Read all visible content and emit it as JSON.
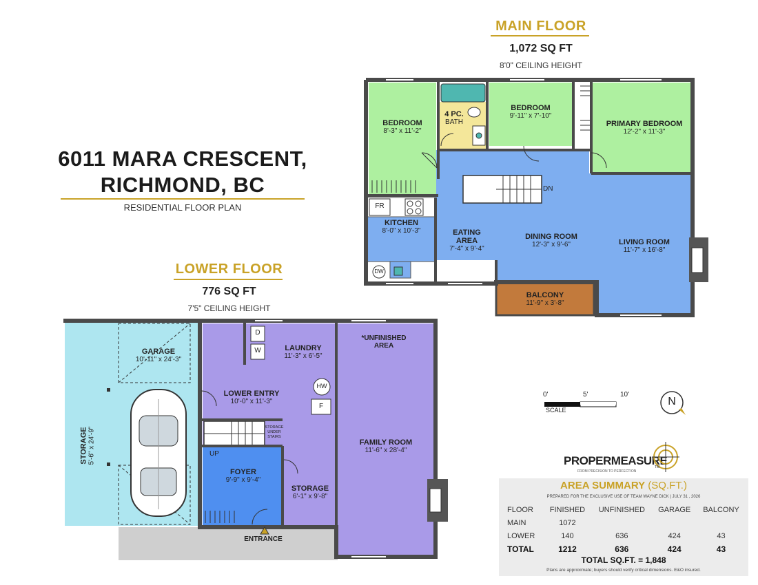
{
  "main_floor": {
    "title": "MAIN FLOOR",
    "area": "1,072 SQ FT",
    "ceiling": "8'0\" CEILING HEIGHT",
    "rooms": {
      "bedroom1_name": "BEDROOM",
      "bedroom1_dim": "8'-3\" x 11'-2\"",
      "bath_name": "4 PC.",
      "bath_sub": "BATH",
      "bedroom2_name": "BEDROOM",
      "bedroom2_dim": "9'-11\" x 7'-10\"",
      "primary_name": "PRIMARY BEDROOM",
      "primary_dim": "12'-2\" x 11'-3\"",
      "fr": "FR",
      "dn": "DN",
      "kitchen_name": "KITCHEN",
      "kitchen_dim": "8'-0\" x 10'-3\"",
      "eating_name1": "EATING",
      "eating_name2": "AREA",
      "eating_dim": "7'-4\" x 9'-4\"",
      "dining_name": "DINING ROOM",
      "dining_dim": "12'-3\" x 9'-6\"",
      "living_name": "LIVING ROOM",
      "living_dim": "11'-7\" x 16'-8\"",
      "dw": "DW",
      "balcony_name": "BALCONY",
      "balcony_dim": "11'-9\" x 3'-8\""
    },
    "colors": {
      "bedroom": "#aef0a0",
      "living": "#7eaef0",
      "bath": "#f4e79a",
      "balcony": "#c27a3c",
      "wall": "#4a4a4a"
    }
  },
  "address": {
    "line1": "6011 MARA CRESCENT,",
    "line2": "RICHMOND, BC",
    "plan_type": "RESIDENTIAL FLOOR PLAN"
  },
  "lower_floor": {
    "title": "LOWER FLOOR",
    "area": "776 SQ FT",
    "ceiling": "7'5\" CEILING HEIGHT",
    "rooms": {
      "garage_name": "GARAGE",
      "garage_dim": "10'-11\" x 24'-3\"",
      "storage_name": "STORAGE",
      "storage_dim": "5'-6\" x 24'-9\"",
      "dryer": "D",
      "washer": "W",
      "laundry_name": "LAUNDRY",
      "laundry_dim": "11'-3\" x 6'-5\"",
      "unfinished1": "*UNFINISHED",
      "unfinished2": "AREA",
      "hw": "HW",
      "furnace": "F",
      "entry_name": "LOWER ENTRY",
      "entry_dim": "10'-0\" x 11'-3\"",
      "under1": "STORAGE",
      "under2": "UNDER",
      "under3": "STAIRS",
      "up": "UP",
      "family_name": "FAMILY ROOM",
      "family_dim": "11'-6\" x 28'-4\"",
      "foyer_name": "FOYER",
      "foyer_dim": "9'-9\" x 9'-4\"",
      "storage2_name": "STORAGE",
      "storage2_dim": "6'-1\" x 9'-8\"",
      "entrance": "ENTRANCE"
    },
    "colors": {
      "garage": "#aee6f0",
      "lower": "#a99ae8",
      "foyer": "#4f8ff0",
      "ground": "#cfcfcf"
    }
  },
  "scale": {
    "t0": "0'",
    "t5": "5'",
    "t10": "10'",
    "label": "SCALE"
  },
  "compass": {
    "letter": "N"
  },
  "brand": {
    "name": "PROPERMEASURE",
    "tm": "TM",
    "tagline": "FROM PRECISION TO PERFECTION"
  },
  "summary": {
    "title_main": "AREA SUMMARY",
    "title_sub": "(SQ.FT.)",
    "prepared": "PREPARED FOR THE EXCLUSIVE USE OF TEAM WAYNE DICK  |  JULY 31 , 2026",
    "headers": [
      "FLOOR",
      "FINISHED",
      "UNFINISHED",
      "GARAGE",
      "BALCONY"
    ],
    "rows": [
      [
        "MAIN",
        "1072",
        "",
        "",
        ""
      ],
      [
        "LOWER",
        "140",
        "636",
        "424",
        "43"
      ]
    ],
    "total": [
      "TOTAL",
      "1212",
      "636",
      "424",
      "43"
    ],
    "grand": "TOTAL SQ.FT. = 1,848",
    "disclaimer": "Plans are approximate; buyers should verify critical dimensions. E&O insured."
  }
}
